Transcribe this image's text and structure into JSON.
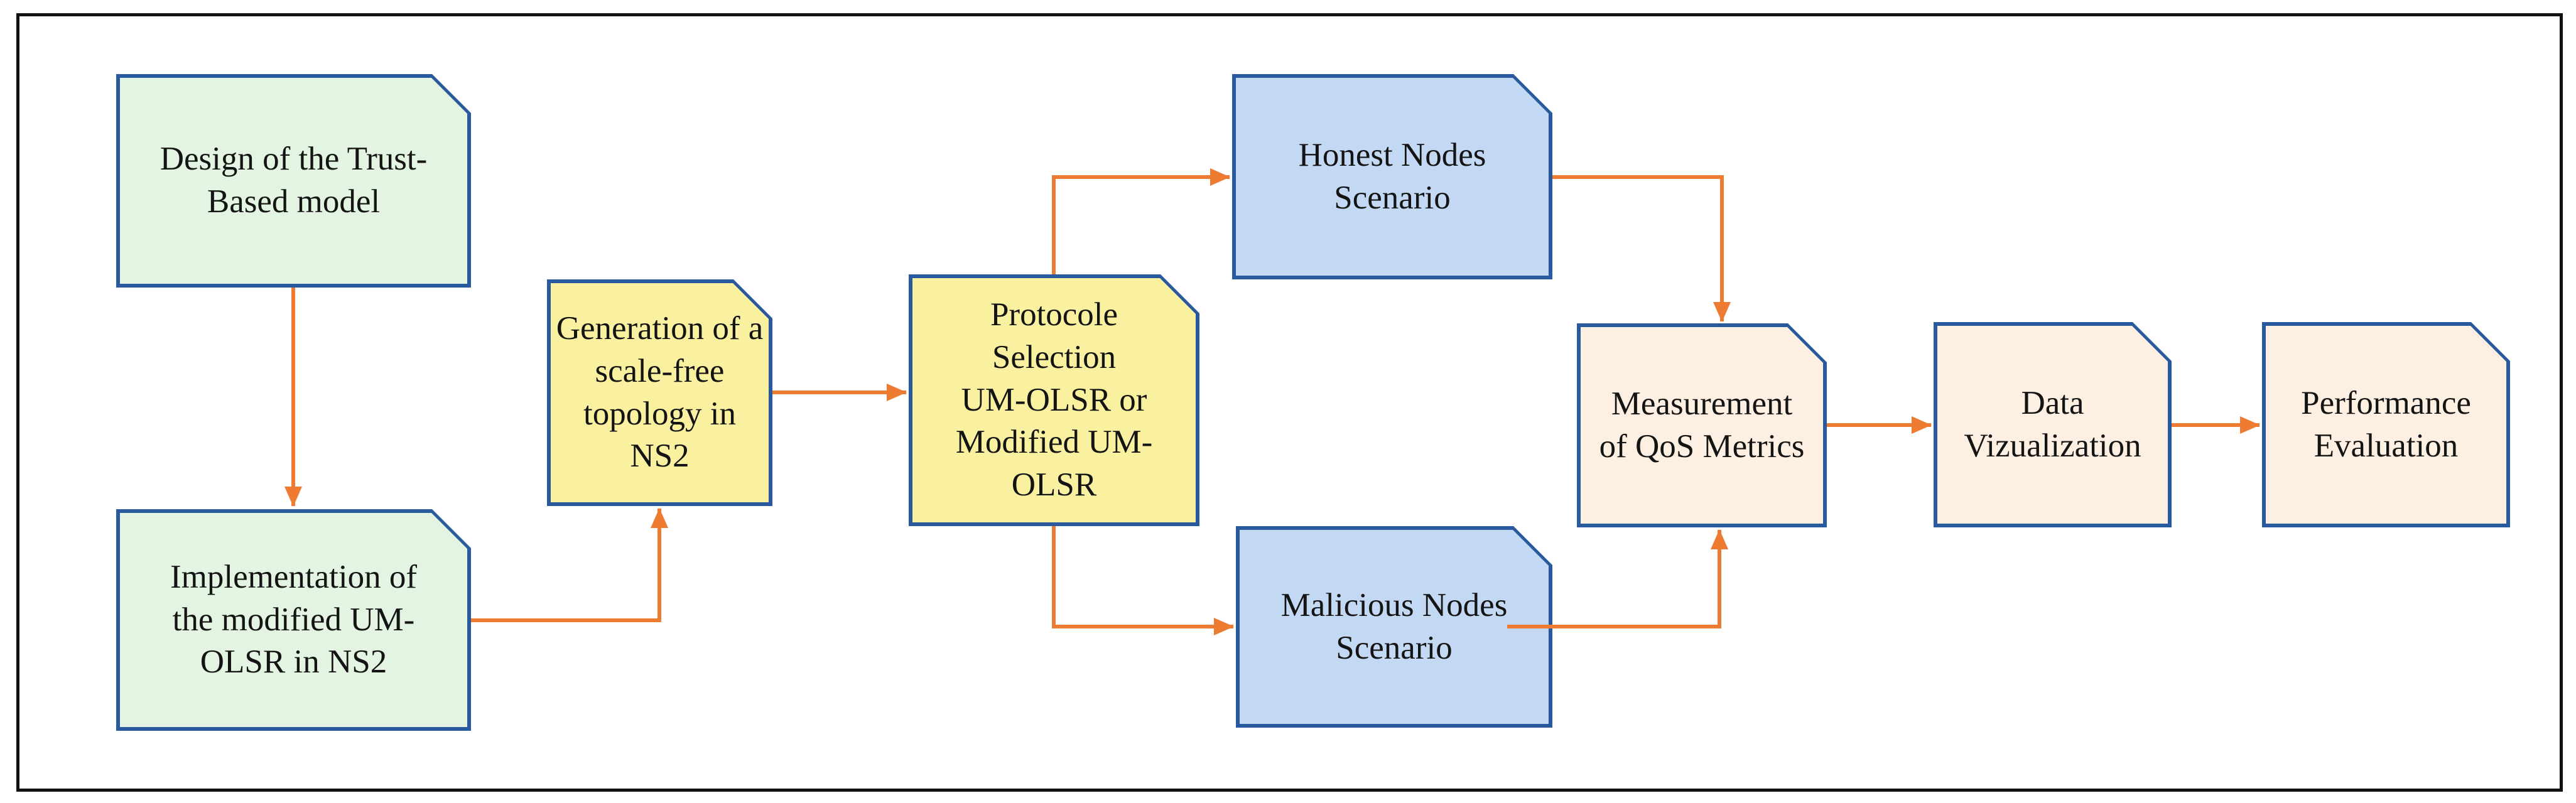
{
  "diagram": {
    "type": "flowchart",
    "nodes": [
      {
        "id": "design",
        "label": "Design of the Trust-\nBased model",
        "fill": "#e3f4e2"
      },
      {
        "id": "implementation",
        "label": "Implementation of\nthe modified UM-\nOLSR in NS2",
        "fill": "#e3f4e2"
      },
      {
        "id": "topology",
        "label": "Generation of a\nscale-free\ntopology in\nNS2",
        "fill": "#f9f1a0"
      },
      {
        "id": "protocol",
        "label": "Protocole\nSelection\nUM-OLSR or\nModified UM-\nOLSR",
        "fill": "#f9f1a0"
      },
      {
        "id": "honest",
        "label": "Honest Nodes\nScenario",
        "fill": "#c3d8f2"
      },
      {
        "id": "malicious",
        "label": "Malicious Nodes\nScenario",
        "fill": "#c3d8f2"
      },
      {
        "id": "qos",
        "label": "Measurement\nof QoS Metrics",
        "fill": "#fdf0e2"
      },
      {
        "id": "viz",
        "label": "Data\nVizualization",
        "fill": "#fdf0e2"
      },
      {
        "id": "perf",
        "label": "Performance\nEvaluation",
        "fill": "#fdf0e2"
      }
    ],
    "edges": [
      {
        "from": "design",
        "to": "implementation"
      },
      {
        "from": "implementation",
        "to": "topology"
      },
      {
        "from": "topology",
        "to": "protocol"
      },
      {
        "from": "protocol",
        "to": "honest"
      },
      {
        "from": "protocol",
        "to": "malicious"
      },
      {
        "from": "honest",
        "to": "qos"
      },
      {
        "from": "malicious",
        "to": "qos"
      },
      {
        "from": "qos",
        "to": "viz"
      },
      {
        "from": "viz",
        "to": "perf"
      }
    ],
    "colors": {
      "arrow": "#ee7b32",
      "node_border": "#2a5a9e",
      "frame_border": "#111111",
      "text": "#141414",
      "background": "#ffffff"
    }
  }
}
